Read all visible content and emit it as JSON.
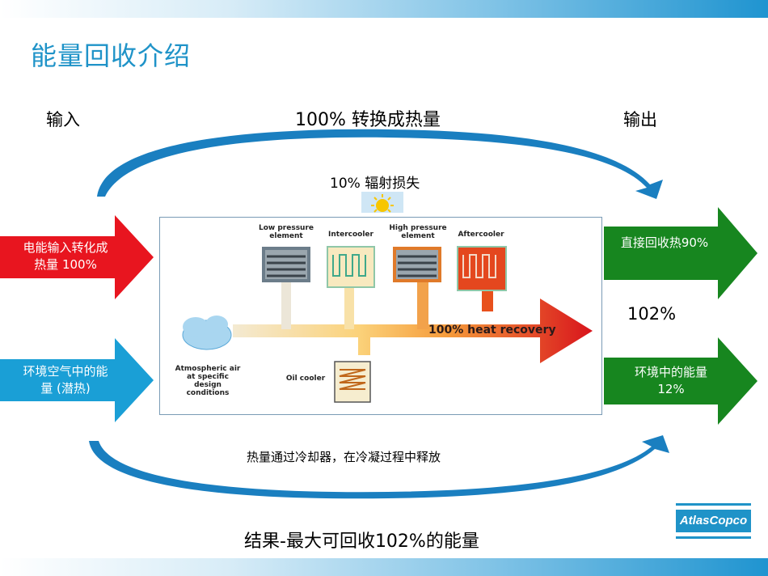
{
  "title": "能量回收介绍",
  "labels": {
    "input": "输入",
    "output": "输出",
    "top_conversion": "100% 转换成热量",
    "radiation_loss": "10% 辐射损失",
    "percent_102": "102%",
    "bottom_note": "热量通过冷却器，在冷凝过程中释放",
    "result": "结果-最大可回收102%的能量"
  },
  "arrows": {
    "electric_line1": "电能输入转化成",
    "electric_line2": "热量 100%",
    "env_air_line1": "环境空气中的能",
    "env_air_line2": "量 (潜热)",
    "direct_recovery": "直接回收热90%",
    "env_energy_line1": "环境中的能量",
    "env_energy_line2": "12%"
  },
  "diagram": {
    "low_pressure": [
      "Low pressure",
      "element"
    ],
    "intercooler": "Intercooler",
    "high_pressure": [
      "High pressure",
      "element"
    ],
    "aftercooler": "Aftercooler",
    "atmospheric": [
      "Atmospheric air",
      "at specific design",
      "conditions"
    ],
    "oil_cooler": "Oil cooler",
    "heat_recovery": "100% heat recovery"
  },
  "logo": "AtlasCopco",
  "colors": {
    "title_blue": "#1f93c8",
    "arrow_red": "#e8151f",
    "arrow_blue": "#1a9fd6",
    "arrow_green": "#17861f"
  }
}
